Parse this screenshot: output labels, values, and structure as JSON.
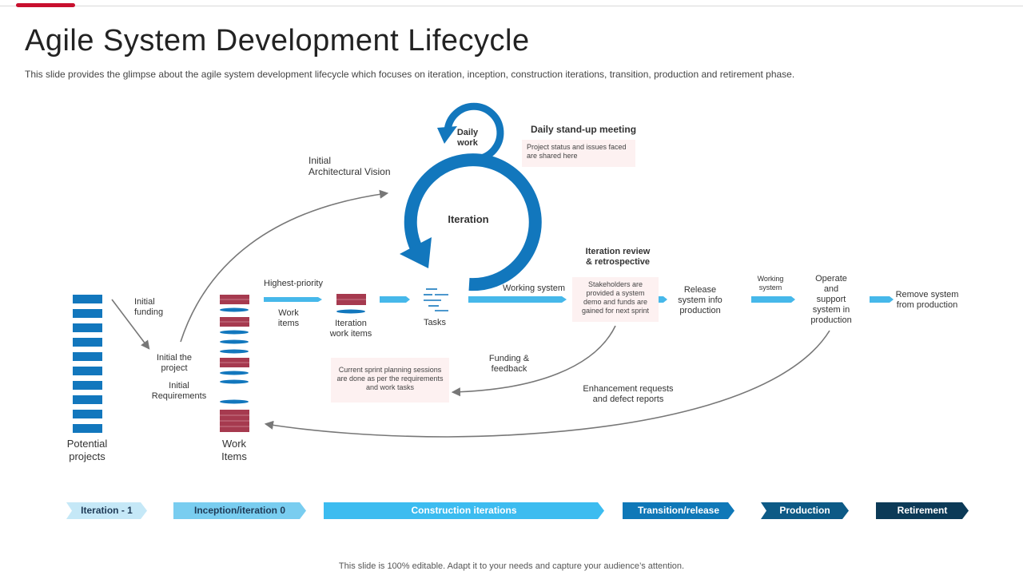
{
  "slide": {
    "title": "Agile System Development Lifecycle",
    "subtitle": "This slide provides the glimpse about the agile system development lifecycle which focuses on iteration, inception, construction iterations, transition, production and retirement phase.",
    "footer": "This slide is 100% editable. Adapt it to your needs and capture your audience’s attention."
  },
  "labels": {
    "daily_work_1": "Daily",
    "daily_work_2": "work",
    "daily_standup_title": "Daily stand-up meeting",
    "daily_standup_note": "Project status and issues faced are shared here",
    "initial_arch_1": "Initial",
    "initial_arch_2": "Architectural Vision",
    "iteration": "Iteration",
    "iteration_review_1": "Iteration review",
    "iteration_review_2": "& retrospective",
    "stakeholders_note": "Stakeholders are provided a system demo and funds are gained for next sprint",
    "initial_funding_1": "Initial",
    "initial_funding_2": "funding",
    "initial_project_1": "Initial the",
    "initial_project_2": "project",
    "initial_req_1": "Initial",
    "initial_req_2": "Requirements",
    "highest_priority": "Highest-priority",
    "work_items_small_1": "Work",
    "work_items_small_2": "items",
    "iteration_work_items_1": "Iteration",
    "iteration_work_items_2": "work items",
    "tasks": "Tasks",
    "working_system_1": "Working system",
    "release_1": "Release",
    "release_2": "system info",
    "release_3": "production",
    "working_system_2a": "Working",
    "working_system_2b": "system",
    "operate_1": "Operate",
    "operate_2": "and",
    "operate_3": "support",
    "operate_4": "system in",
    "operate_5": "production",
    "remove_1": "Remove system",
    "remove_2": "from production",
    "funding_feedback_1": "Funding &",
    "funding_feedback_2": "feedback",
    "sprint_note": "Current sprint planning sessions are done as per the requirements and work tasks",
    "enhancement_1": "Enhancement requests",
    "enhancement_2": "and defect reports",
    "potential_1": "Potential",
    "potential_2": "projects",
    "work_items_1": "Work",
    "work_items_2": "Items"
  },
  "phases": [
    {
      "label": "Iteration - 1",
      "color": "#c5e8f7",
      "text_color": "#1f3b57"
    },
    {
      "label": "Inception/iteration 0",
      "color": "#79cdf0",
      "text_color": "#1f3b57"
    },
    {
      "label": "Construction iterations",
      "color": "#3cbcf0",
      "text_color": "#ffffff"
    },
    {
      "label": "Transition/release",
      "color": "#0f78b8",
      "text_color": "#ffffff"
    },
    {
      "label": "Production",
      "color": "#0d5a86",
      "text_color": "#ffffff"
    },
    {
      "label": "Retirement",
      "color": "#0c3a57",
      "text_color": "#ffffff"
    }
  ],
  "colors": {
    "accent_red": "#c8102e",
    "blue_dark": "#1277bd",
    "blue_light": "#46b8ea",
    "maroon": "#a63a4f",
    "note_bg": "#fdf1f1",
    "arrow_gray": "#777777"
  }
}
